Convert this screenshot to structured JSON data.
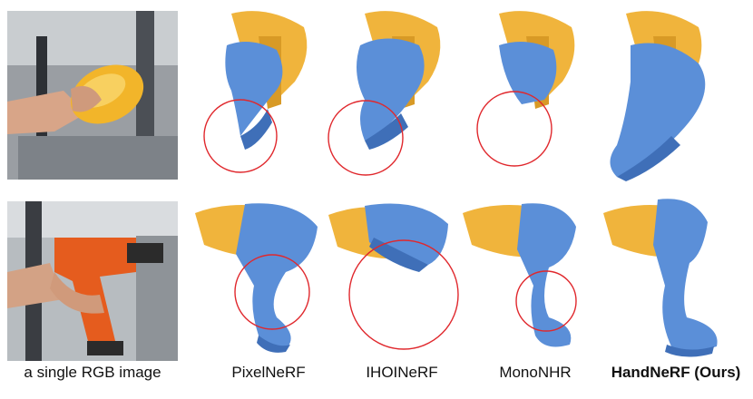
{
  "columns": [
    {
      "label": "a single RGB image",
      "bold": false
    },
    {
      "label": "PixelNeRF",
      "bold": false
    },
    {
      "label": "IHOINeRF",
      "bold": false
    },
    {
      "label": "MonoNHR",
      "bold": false
    },
    {
      "label": "HandNeRF (Ours)",
      "bold": true
    }
  ],
  "rows": [
    "yellow-object",
    "power-drill"
  ],
  "colors": {
    "hand": "#f0b43c",
    "hand_shade": "#d89a26",
    "object": "#5b8fd8",
    "object_shade": "#3f6fb8",
    "circle": "#e0282d",
    "bg_lab": "#8a8f95",
    "drill": "#e55c1e"
  }
}
